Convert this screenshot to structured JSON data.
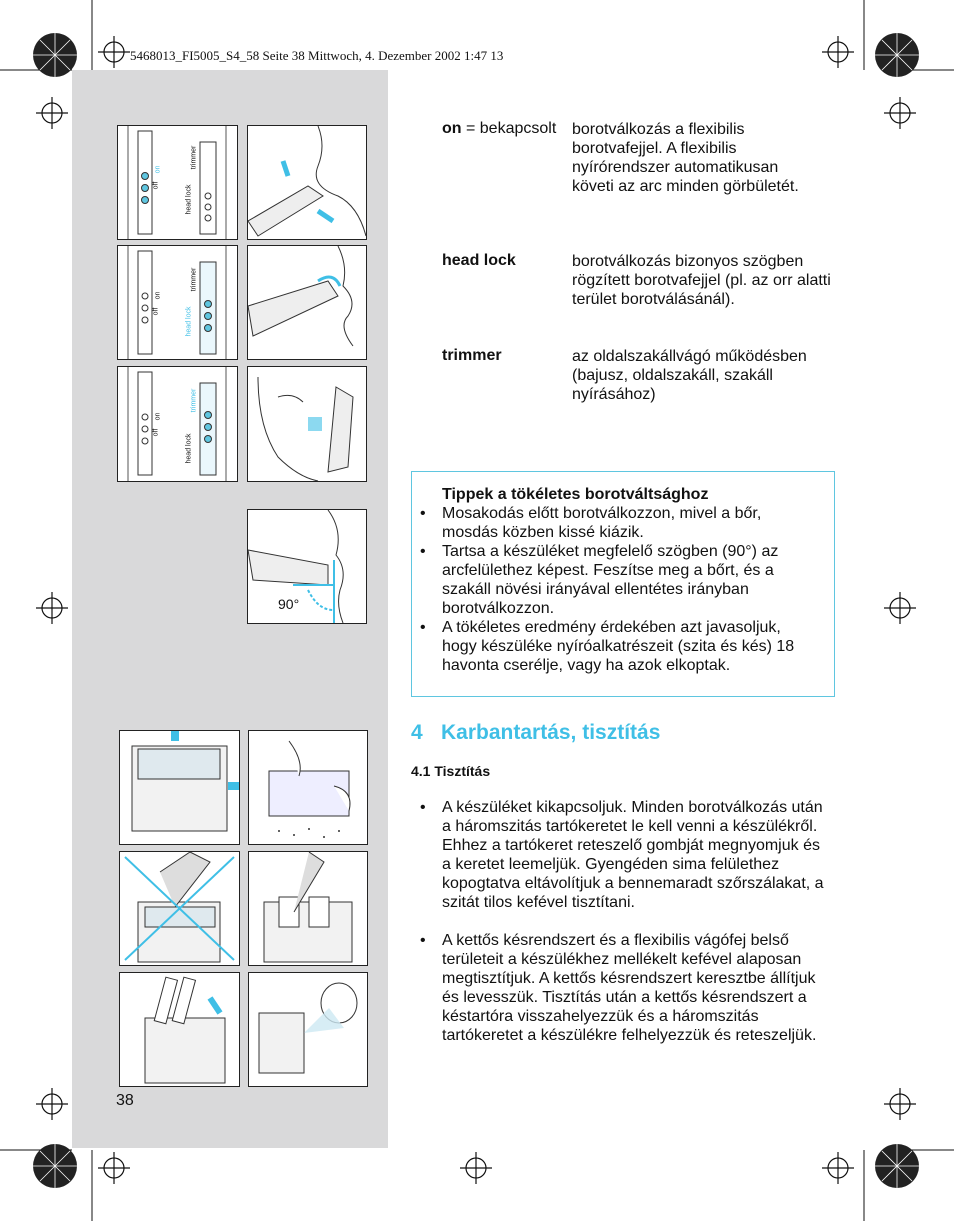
{
  "header": {
    "print_line": "5468013_FI5005_S4_58  Seite 38  Mittwoch, 4. Dezember 2002  1:47 13"
  },
  "switch_labels": {
    "off": "off",
    "on": "on",
    "head_lock": "head lock",
    "trimmer": "trimmer"
  },
  "angle_label": "90°",
  "modes": [
    {
      "term": "on",
      "suffix": " = bekapcsolt",
      "description": "borotválkozás a flexibilis borotvafejjel. A flexibilis nyírórendszer automatikusan követi az arc minden görbületét."
    },
    {
      "term": "head lock",
      "suffix": "",
      "description": "borotválkozás bizonyos szögben rögzített borotvafejjel (pl. az orr alatti terület borotválásánál)."
    },
    {
      "term": "trimmer",
      "suffix": "",
      "description": "az oldalszakállvágó működésben (bajusz, oldalszakáll, szakáll nyírásához)"
    }
  ],
  "tips": {
    "title": "Tippek a tökéletes borotváltsághoz",
    "items": [
      "Mosakodás előtt borotválkozzon, mivel a bőr, mosdás közben kissé kiázik.",
      "Tartsa a készüléket megfelelő szögben (90°) az arcfelülethez képest. Feszítse meg a bőrt, és a szakáll növési irányával ellentétes irányban borotválkozzon.",
      "A tökéletes eredmény érdekében azt javasoljuk, hogy készüléke nyíróalkatrészeit (szita és kés) 18 havonta cserélje, vagy ha azok elkoptak."
    ]
  },
  "section": {
    "number": "4",
    "title": "Karbantartás, tisztítás"
  },
  "subsection": {
    "number": "4.1",
    "title": "Tisztítás"
  },
  "cleaning_items": [
    "A készüléket kikapcsoljuk. Minden borotválkozás után a háromszitás tartókeretet le kell venni a készülékről. Ehhez a tartókeret reteszelő gombját megnyomjuk és a keretet leemeljük. Gyengéden sima felülethez kopogtatva eltávolítjuk a bennemaradt szőrszálakat, a szitát tilos kefével tisztítani.",
    "A kettős késrendszert és a flexibilis vágófej belső területeit a készülékhez mellékelt kefével alaposan megtisztítjuk. A kettős késrendszert keresztbe állítjuk és levesszük. Tisztítás után a kettős késrendszert a késtartóra visszahelyezzük és a háromszitás tartókeretet a készülékre felhelyezzük és reteszeljük."
  ],
  "page_number": "38",
  "colors": {
    "accent": "#3fbfe6",
    "box_border": "#5fc6e0",
    "sidebar": "#d9d9da"
  }
}
